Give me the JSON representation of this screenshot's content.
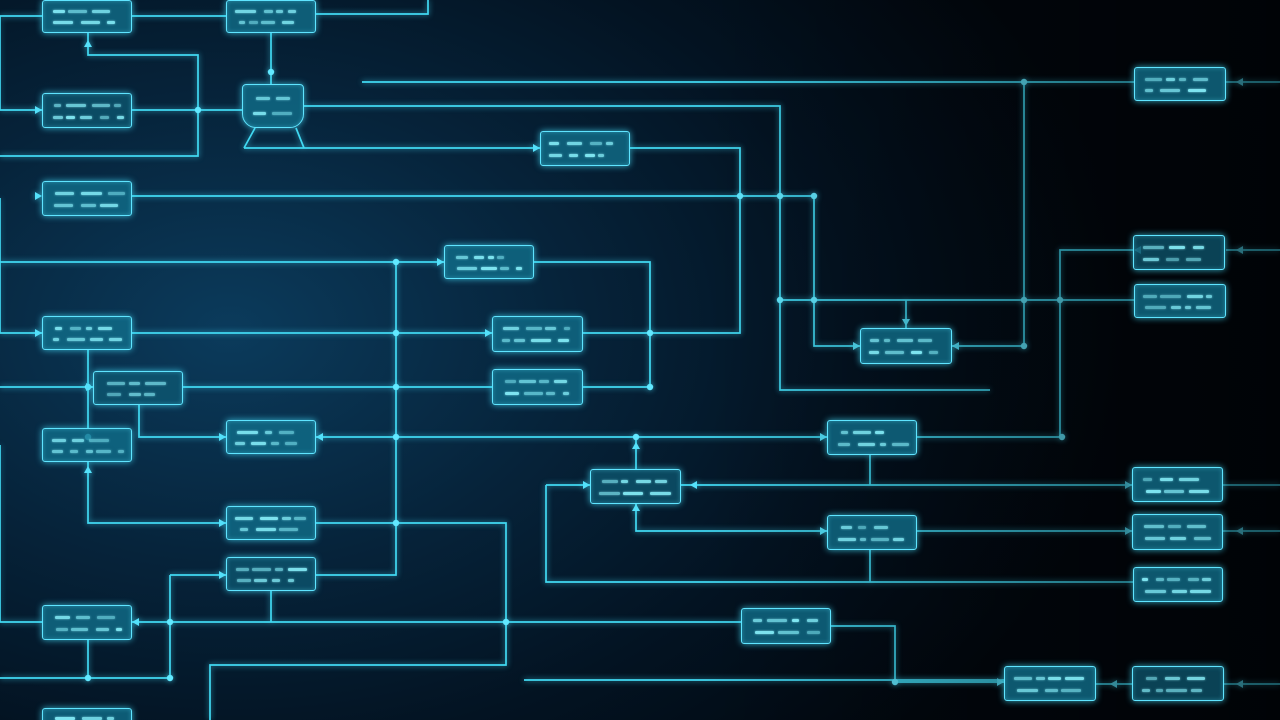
{
  "diagram": {
    "kind": "glowing flowchart of interconnected blocks",
    "colors": {
      "background": "#031322",
      "line": "#41d9f2",
      "node_fill": "#11708c",
      "node_border": "#5fe4ff"
    },
    "nodes": [
      "block-1",
      "block-2",
      "gate-block",
      "block-3",
      "block-4",
      "block-5",
      "block-6",
      "block-7",
      "block-8",
      "block-9",
      "block-10",
      "block-11",
      "block-12",
      "block-13",
      "block-14",
      "block-15",
      "block-16",
      "block-17",
      "block-18",
      "block-19",
      "block-20",
      "block-21",
      "block-22",
      "block-23",
      "block-24",
      "block-25",
      "block-26",
      "block-27",
      "block-28",
      "block-29",
      "block-30"
    ]
  }
}
